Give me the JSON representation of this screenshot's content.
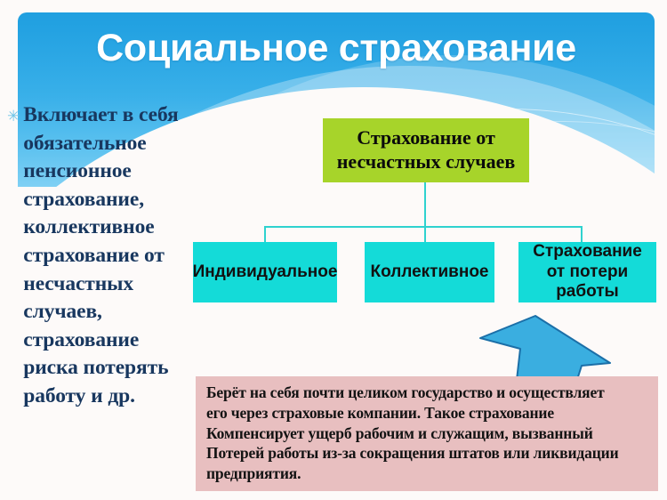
{
  "slide": {
    "title": "Социальное страхование",
    "background_color": "#fdfaf9"
  },
  "header": {
    "banner_color_top": "#1f9fe0",
    "banner_color_bottom": "#7fd0f4",
    "title": "Социальное страхование"
  },
  "bullet": {
    "marker": "✳",
    "text": "Включает в себя обязательное пенсионное страхование, коллективное страхование от несчастных случаев, страхование риска потерять работу и др.",
    "text_color": "#18375f"
  },
  "diagram": {
    "root": {
      "label": "Страхование от несчастных случаев",
      "color": "#a7d42a"
    },
    "connector_color": "#2fd2cf",
    "leaves": [
      {
        "label": "Индивидуальное",
        "color": "#14dbd8"
      },
      {
        "label": "Коллективное",
        "color": "#14dbd8"
      },
      {
        "label": "Страхование от потери работы",
        "color": "#14dbd8"
      }
    ]
  },
  "arrow": {
    "name": "up-arrow",
    "fill": "#3aaee0",
    "stroke": "#1b6fa8"
  },
  "note": {
    "background_color": "#e8bfc0",
    "lines": [
      "Берёт на себя почти целиком государство и осуществляет",
      "его через страховые компании. Такое страхование",
      "Компенсирует ущерб рабочим и служащим, вызванный",
      "Потерей работы из-за сокращения штатов или ликвидации",
      "предприятия."
    ]
  }
}
